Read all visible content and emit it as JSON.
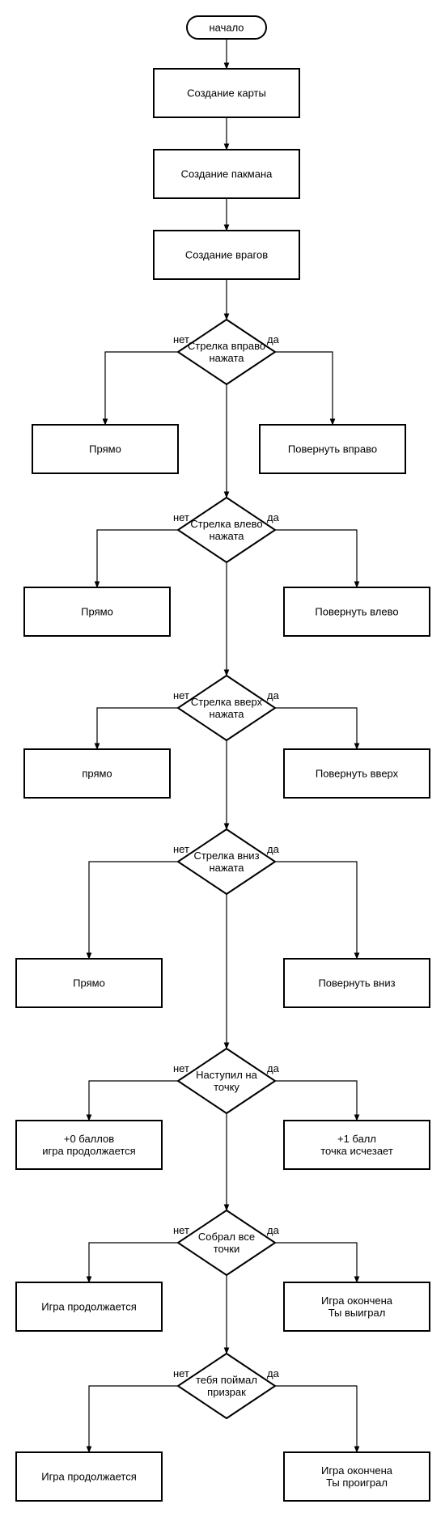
{
  "start": "начало",
  "steps": [
    "Создание карты",
    "Создание пакмана",
    "Создание врагов"
  ],
  "branch_labels": {
    "no": "нет",
    "yes": "да"
  },
  "decisions": [
    {
      "question": [
        "Стрелка вправо",
        "нажата"
      ],
      "no": [
        "Прямо"
      ],
      "yes": [
        "Повернуть вправо"
      ]
    },
    {
      "question": [
        "Стрелка влево",
        "нажата"
      ],
      "no": [
        "Прямо"
      ],
      "yes": [
        "Повернуть влево"
      ]
    },
    {
      "question": [
        "Стрелка вверх",
        "нажата"
      ],
      "no": [
        "прямо"
      ],
      "yes": [
        "Повернуть вверх"
      ]
    },
    {
      "question": [
        "Стрелка вниз",
        "нажата"
      ],
      "no": [
        "Прямо"
      ],
      "yes": [
        "Повернуть вниз"
      ]
    },
    {
      "question": [
        "Наступил на",
        "точку"
      ],
      "no": [
        "+0 баллов",
        "игра продолжается"
      ],
      "yes": [
        "+1 балл",
        "точка исчезает"
      ]
    },
    {
      "question": [
        "Собрал все",
        "точки"
      ],
      "no": [
        "Игра продолжается"
      ],
      "yes": [
        "Игра окончена",
        "Ты выиграл"
      ]
    },
    {
      "question": [
        "тебя поймал",
        "призрак"
      ],
      "no": [
        "Игра продолжается"
      ],
      "yes": [
        "Игра окончена",
        "Ты проиграл"
      ]
    }
  ]
}
